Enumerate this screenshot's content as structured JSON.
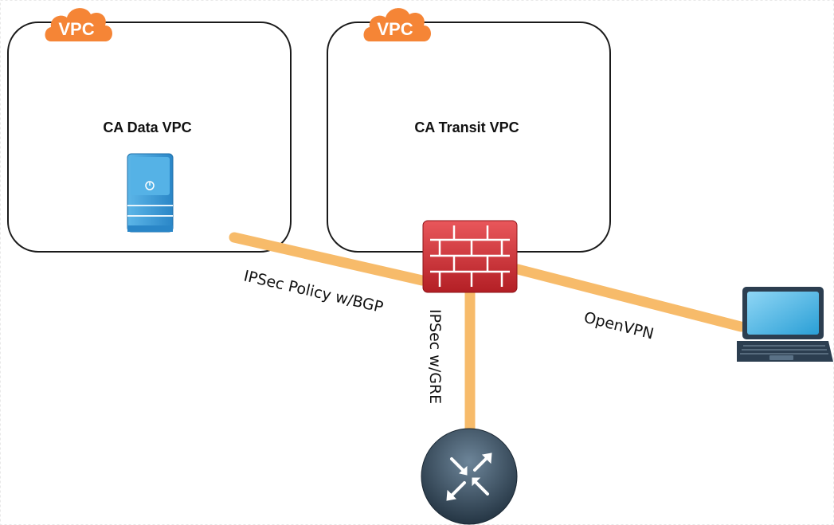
{
  "diagram": {
    "vpcs": [
      {
        "badge": "VPC",
        "title": "CA Data VPC"
      },
      {
        "badge": "VPC",
        "title": "CA Transit VPC"
      }
    ],
    "links": [
      {
        "label": "IPSec Policy w/BGP"
      },
      {
        "label": "IPSec w/GRE"
      },
      {
        "label": "OpenVPN"
      }
    ],
    "colors": {
      "vpc_badge": "#f58536",
      "link": "#f7bb6a",
      "firewall": "#c8252b",
      "server": "#2e8fd1",
      "router": "#2c3e50",
      "laptop_screen": "#29aae1"
    },
    "icons": {
      "server": "server-icon",
      "firewall": "firewall-icon",
      "router": "router-icon",
      "laptop": "laptop-icon",
      "vpc_badge": "cloud-icon"
    }
  }
}
